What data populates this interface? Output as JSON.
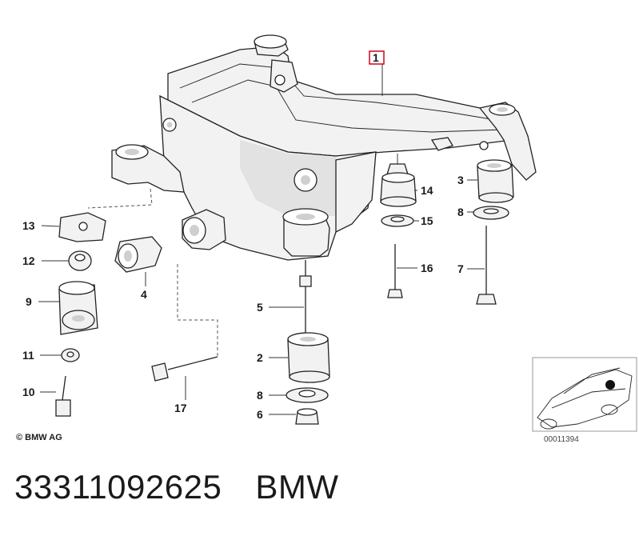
{
  "diagram": {
    "callouts": {
      "c1": "1",
      "c2": "2",
      "c3": "3",
      "c4": "4",
      "c5": "5",
      "c6": "6",
      "c7": "7",
      "c8a": "8",
      "c8b": "8",
      "c9": "9",
      "c10": "10",
      "c11": "11",
      "c12": "12",
      "c13": "13",
      "c14": "14",
      "c15": "15",
      "c16": "16",
      "c17": "17"
    },
    "copyright": "© BMW AG",
    "inset_ref": "00011394",
    "highlight_color": "#d0021b"
  },
  "caption": {
    "part_number": "33311092625",
    "brand": "BMW"
  }
}
